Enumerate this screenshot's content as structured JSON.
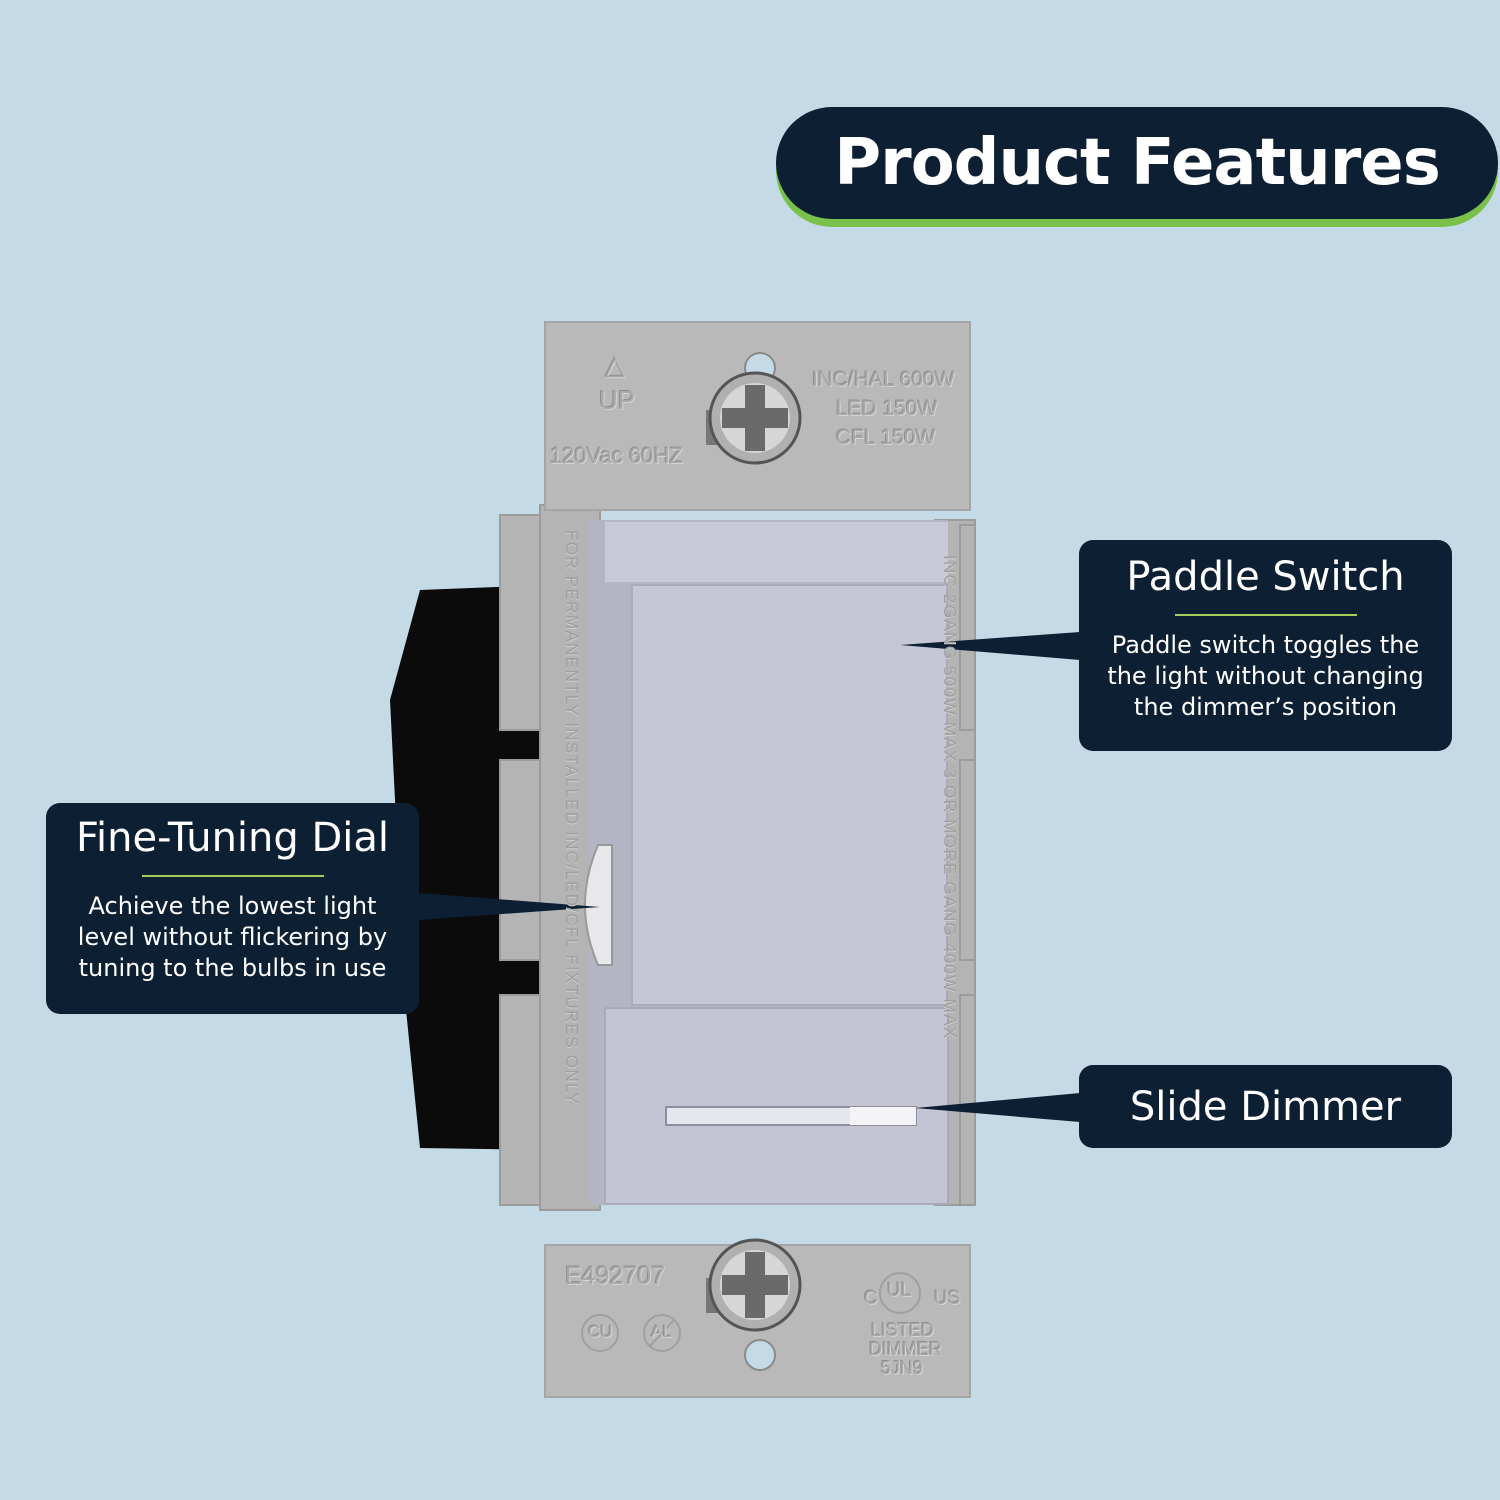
{
  "title": "Product Features",
  "callouts": {
    "paddle": {
      "heading": "Paddle Switch",
      "description": "Paddle switch toggles the the light without changing the dimmer’s position"
    },
    "dial": {
      "heading": "Fine-Tuning Dial",
      "description": "Achieve the lowest light level without flickering by tuning to the bulbs in use"
    },
    "slide": {
      "heading": "Slide Dimmer"
    }
  },
  "device_markings": {
    "up_arrow": "△",
    "up": "UP",
    "voltage": "120Vac 60HZ",
    "ratings": [
      "INC/HAL 600W",
      "LED 150W",
      "CFL 150W"
    ],
    "left_side": "FOR PERMANENTLY INSTALLED INC/LED/CFL FIXTURES ONLY",
    "right_side": "INC 2GANG 500W MAX 3 OR MORE GANG 400W MAX",
    "file_number": "E492707",
    "cu": "CU",
    "al": "AL",
    "ul_c": "C",
    "ul_us": "US",
    "ul_mark": "UL",
    "listing": [
      "LISTED",
      "DIMMER",
      "5JN9"
    ]
  },
  "colors": {
    "background": "#c4dbe7",
    "navy": "#0d1f33",
    "accent_green": "#79c14a",
    "plate": "#b9b9b9",
    "paddle": "#c9cad8"
  }
}
